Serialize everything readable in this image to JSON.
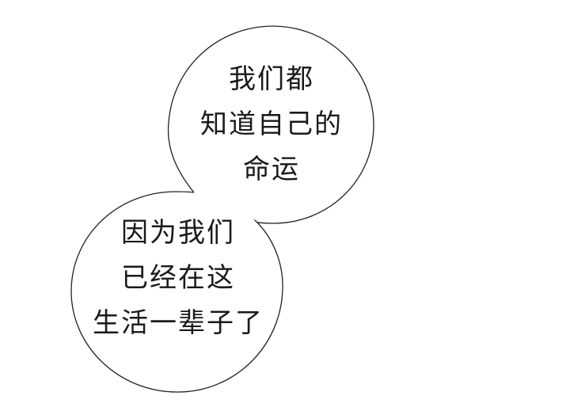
{
  "colors": {
    "background": "#ffffff",
    "bubble_fill": "#ffffff",
    "bubble_stroke": "#222222",
    "text": "#1a1a1a"
  },
  "bubbles": [
    {
      "id": "top",
      "lines": [
        "我们都",
        "知道自己的",
        "命运"
      ]
    },
    {
      "id": "bottom",
      "lines": [
        "因为我们",
        "已经在这",
        "生活一辈子了"
      ]
    }
  ]
}
